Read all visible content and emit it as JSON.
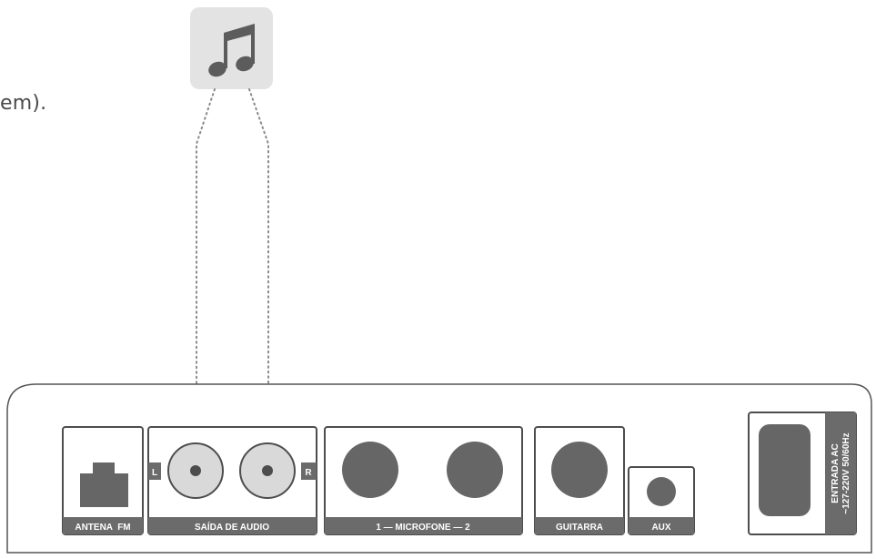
{
  "caption": "em).",
  "colors": {
    "outline": "#4d4d4d",
    "label_bar": "#6b6b6b",
    "port_fill": "#666666",
    "rca_ring": "#d9d9d9",
    "music_tile": "#e3e3e3",
    "cable": "#8a8a8a"
  },
  "icons": {
    "music": "music-note-icon"
  },
  "panel": {
    "antenna": {
      "label": "ANTENA  FM"
    },
    "audio_out": {
      "label": "SAÍDA DE AUDIO",
      "left_tag": "L",
      "right_tag": "R"
    },
    "microphone": {
      "label": "1 — MICROFONE — 2"
    },
    "guitar": {
      "label": "GUITARRA"
    },
    "aux": {
      "label": "AUX"
    },
    "ac_input": {
      "line1": "ENTRADA AC",
      "line2": "~127-220V 50/60Hz"
    }
  }
}
